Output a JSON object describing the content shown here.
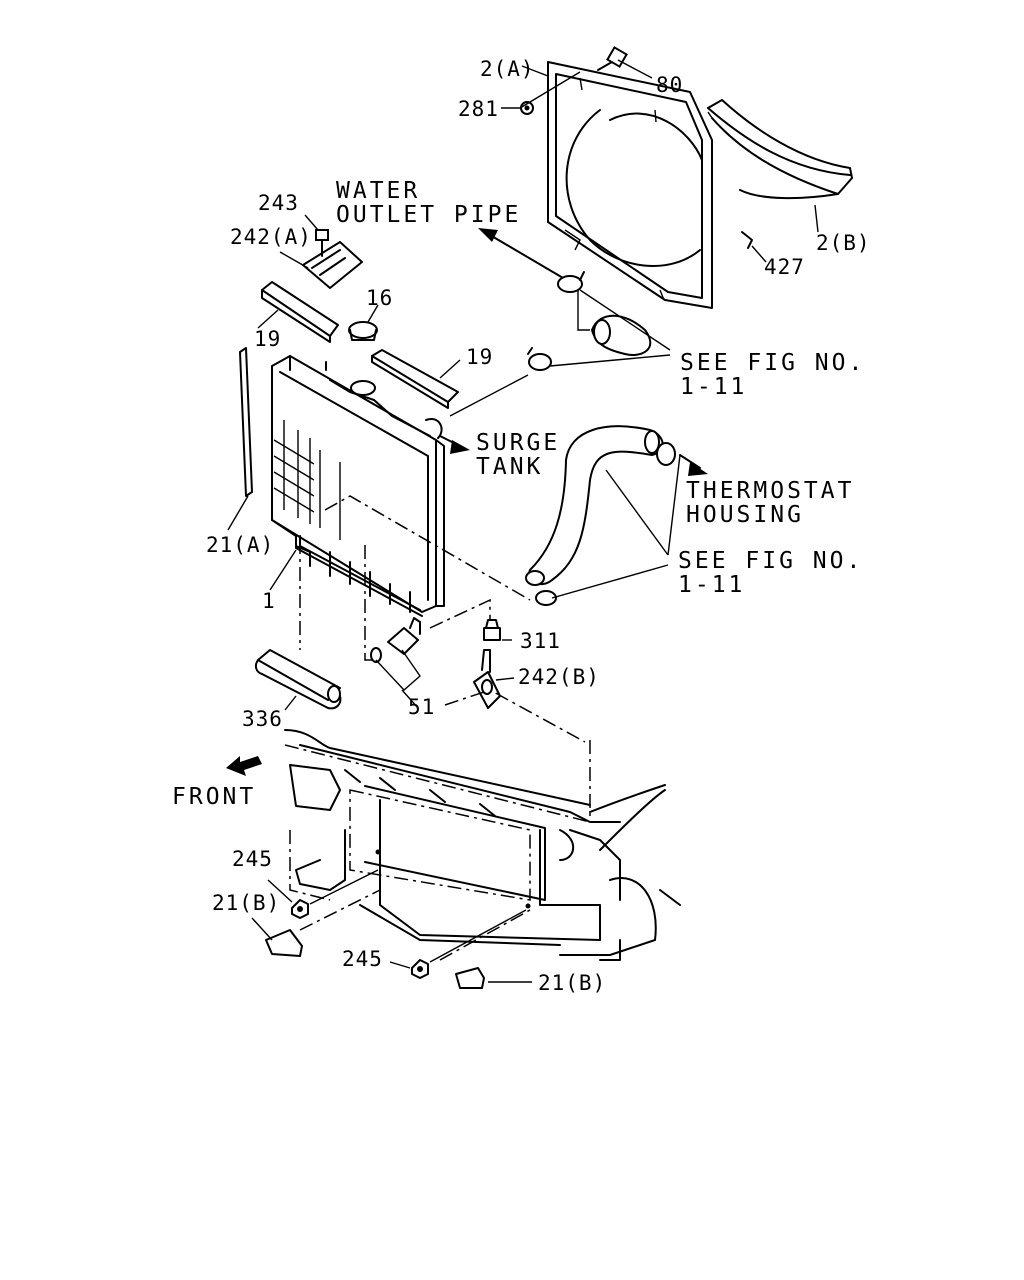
{
  "diagram": {
    "callouts": {
      "c_2a": "2(A)",
      "c_80": "80",
      "c_281": "281",
      "c_2b": "2(B)",
      "c_427": "427",
      "c_243": "243",
      "c_242a": "242(A)",
      "c_16": "16",
      "c_19a": "19",
      "c_19b": "19",
      "c_21a": "21(A)",
      "c_1": "1",
      "c_311": "311",
      "c_242b": "242(B)",
      "c_51": "51",
      "c_336": "336",
      "c_245a": "245",
      "c_21b_a": "21(B)",
      "c_245b": "245",
      "c_21b_b": "21(B)"
    },
    "notes": {
      "water_line1": "WATER",
      "water_line2": "OUTLET PIPE",
      "see_fig_1_line1": "SEE FIG NO.",
      "see_fig_1_line2": "1-11",
      "surge_line1": "SURGE",
      "surge_line2": "TANK",
      "thermo_line1": "THERMOSTAT",
      "thermo_line2": "HOUSING",
      "see_fig_2_line1": "SEE FIG NO.",
      "see_fig_2_line2": "1-11",
      "front": "FRONT"
    }
  }
}
